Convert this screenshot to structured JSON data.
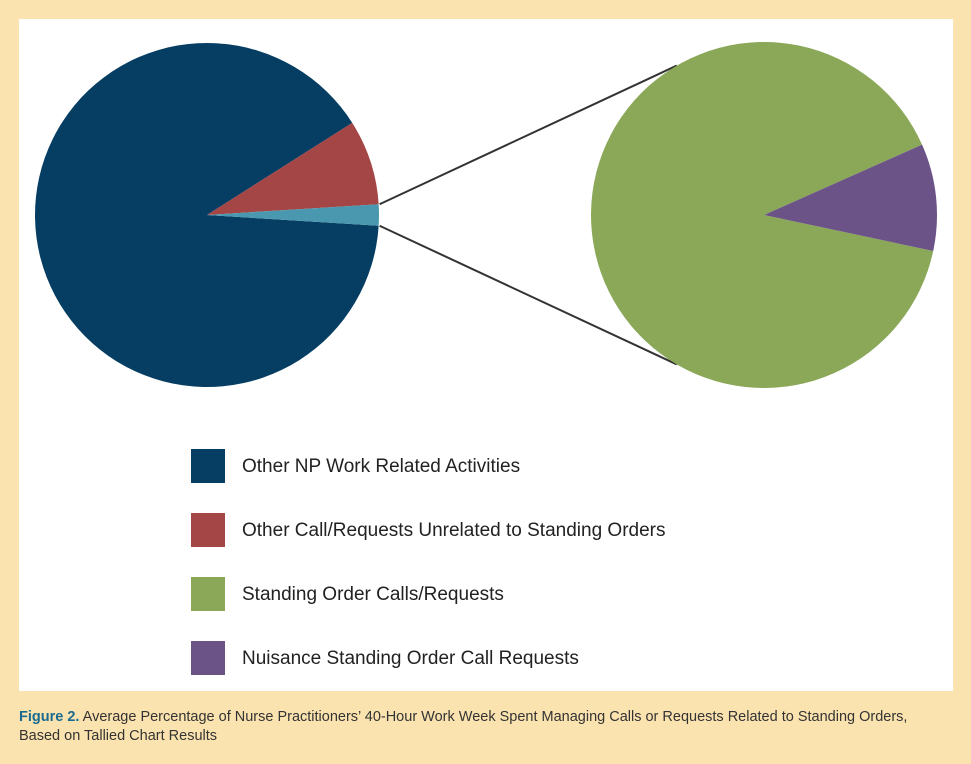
{
  "chart_data": {
    "type": "pie",
    "variant": "pie-of-pie",
    "main_pie": {
      "slices": [
        {
          "name": "Other NP Work Related Activities",
          "value": 90,
          "color": "#063d62"
        },
        {
          "name": "Other Call/Requests Unrelated to Standing Orders",
          "value": 8,
          "color": "#a44546"
        },
        {
          "name": "Standing Order Calls/Requests",
          "value": 2,
          "color": "#4a98b0"
        }
      ]
    },
    "secondary_pie": {
      "slices": [
        {
          "name": "Standing Order Calls/Requests",
          "value": 90,
          "color": "#8aa858"
        },
        {
          "name": "Nuisance Standing Order Call Requests",
          "value": 10,
          "color": "#6c5387"
        }
      ]
    },
    "legend": [
      {
        "label": "Other NP Work Related Activities",
        "color": "#063d62"
      },
      {
        "label": "Other Call/Requests Unrelated to Standing Orders",
        "color": "#a44546"
      },
      {
        "label": "Standing Order Calls/Requests",
        "color": "#8aa858"
      },
      {
        "label": "Nuisance Standing Order Call Requests",
        "color": "#6c5387"
      }
    ],
    "legend_position": "bottom-center"
  },
  "caption": {
    "figure_label": "Figure 2.",
    "text": " Average Percentage of Nurse Practitioners’ 40-Hour Work Week Spent Managing Calls or Requests Related to Standing Orders, Based on Tallied Chart Results"
  },
  "colors": {
    "background": "#fbe3b0",
    "panel": "#ffffff",
    "caption_accent": "#1a6a8f"
  }
}
